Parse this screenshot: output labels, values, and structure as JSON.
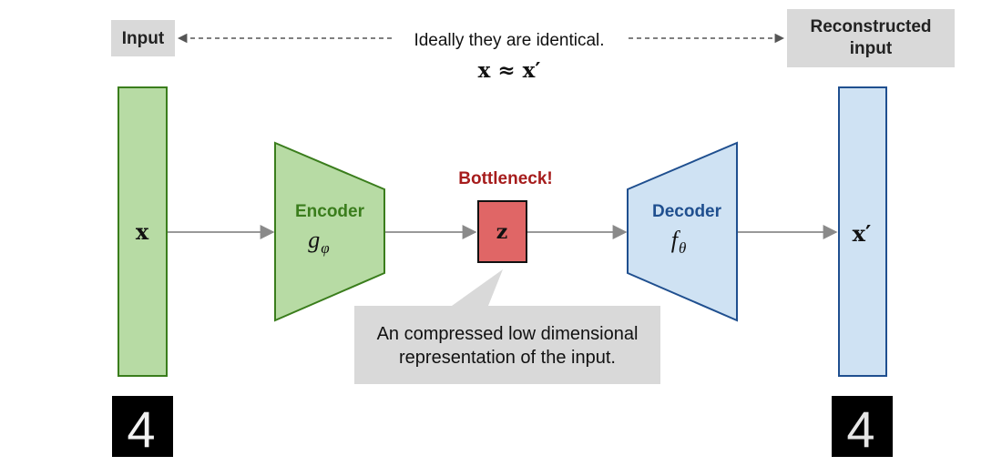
{
  "input_label": "Input",
  "reconstructed_label_line1": "Reconstructed",
  "reconstructed_label_line2": "input",
  "ideal_caption": "Ideally they are identical.",
  "ideal_equation": "x ≈ x′",
  "x_symbol": "x",
  "x_prime_symbol": "x′",
  "encoder": {
    "title": "Encoder",
    "symbol_base": "g",
    "symbol_sub": "φ",
    "color": "#3a7d1c",
    "fill": "#b7dba4"
  },
  "decoder": {
    "title": "Decoder",
    "symbol_base": "f",
    "symbol_sub": "θ",
    "color": "#1f4f8f",
    "fill": "#cfe2f3"
  },
  "bottleneck": {
    "title": "Bottleneck!",
    "symbol": "z",
    "title_color": "#a61c1c",
    "fill": "#e06666"
  },
  "callout": {
    "line1": "An compressed low dimensional",
    "line2": "representation of the input."
  },
  "digits": {
    "input": "4",
    "output": "4"
  }
}
